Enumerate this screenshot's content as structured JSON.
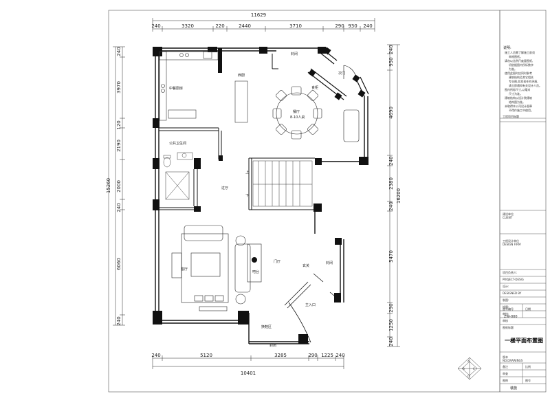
{
  "drawing": {
    "dims_top": {
      "overall": "11629",
      "segments": [
        "240",
        "3320",
        "220",
        "2440",
        "3710",
        "290",
        "930",
        "240"
      ]
    },
    "dims_bottom": {
      "overall": "10401",
      "segments": [
        "240",
        "5120",
        "3285",
        "290",
        "1225",
        "240"
      ]
    },
    "dims_left": {
      "overall": "15260",
      "segments": [
        "240",
        "3970",
        "120",
        "2190",
        "2000",
        "240",
        "6060",
        "240"
      ]
    },
    "dims_right": {
      "overall": "16200",
      "segments": [
        "240",
        "950",
        "4690",
        "240",
        "2380",
        "240",
        "5470",
        "290",
        "1250",
        "240"
      ]
    },
    "rooms": {
      "kitchen": "中餐厨房",
      "west_kitchen": "西厨",
      "cabinet_top": "封闭",
      "dining": "餐厅",
      "dining_sub": "8-10人桌",
      "side_cabinet": "食柜",
      "side_door": "次门",
      "toilet": "公共卫生间",
      "corridor": "过厅",
      "stair_up": "上",
      "stair_down": "下",
      "living": "客厅",
      "bar": "吧台",
      "foyer": "门厅",
      "entry_cabinet": "玄关",
      "right_cabinet": "封闭",
      "main_entry": "主入口",
      "shoe_area": "换鞋区",
      "bottom_cabinet": "封闭"
    },
    "compass": [
      "A",
      "B",
      "C",
      "D"
    ]
  },
  "title_block": {
    "notes_heading": "说明:",
    "notes": [
      "施工人员需了解施工前须",
      "审阅图纸。",
      "请勿以比例尺度量图纸,",
      "切依据图内所标数字",
      "为准。",
      "使用此图时应同时参考",
      "建筑结构及其它相关",
      "专业图,如发现任何矛盾,",
      "请立即通知有关设计人员。",
      "图内所标尺寸,以毫米",
      "尺寸为准。",
      "建筑结构以设计院建筑",
      "结构图为准。",
      "未取得本公司设计图章",
      "不得作施工中使用。"
    ],
    "project_label": "工程项目标题",
    "construction_unit": "建设单位",
    "construction_unit_en": "CLIENT",
    "design_unit": "工程设计单位",
    "design_unit_en": "DESIGN FIRM",
    "rows": [
      "项目负责人:",
      "PROJECT-DESIG",
      "设计:",
      "DESIGNED BY",
      "制图:",
      "绘图:",
      "审核:",
      "审核"
    ],
    "drawing_no_label": "图号编号",
    "date_label": "日期",
    "drawing_no": "ZW-000",
    "sheet_label": "图纸标题",
    "sheet_title": "一楼平面布置图",
    "bottom_labels": [
      "版本",
      "NO.DRAWINGS",
      "备注",
      "比例",
      "审查",
      "图例",
      "图号",
      "装施"
    ]
  }
}
